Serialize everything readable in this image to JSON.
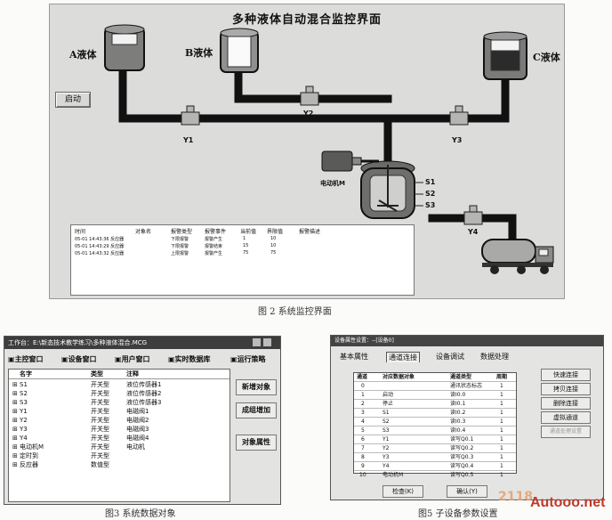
{
  "fig2": {
    "title": "多种液体自动混合监控界面",
    "tanks": {
      "a": "A液体",
      "b": "B液体",
      "c": "C液体"
    },
    "start_button": "启动",
    "valves": {
      "y1": "Y1",
      "y2": "Y2",
      "y3": "Y3",
      "y4": "Y4"
    },
    "motor_label": "电动机M",
    "sensors": {
      "s1": "S1",
      "s2": "S2",
      "s3": "S3"
    },
    "event_log": {
      "headers": [
        "时间",
        "对象名",
        "报警类型",
        "报警事件",
        "当前值",
        "界限值",
        "报警描述"
      ],
      "rows": [
        [
          "05-01 14:43:36 反应器",
          "下限报警",
          "报警产生",
          "1",
          "10"
        ],
        [
          "05-01 14:43:29 反应器",
          "下限报警",
          "报警结束",
          "15",
          "10"
        ],
        [
          "05-01 14:43:32 反应器",
          "上限报警",
          "报警产生",
          "75",
          "75"
        ]
      ]
    },
    "caption": "图 2   系统监控界面"
  },
  "fig3": {
    "titlebar": "工作台：E:\\新态技术教学练习\\多种液体混合.MCG",
    "tabs": [
      "主控窗口",
      "设备窗口",
      "用户窗口",
      "实时数据库",
      "运行策略"
    ],
    "headers": [
      "名字",
      "类型",
      "注释"
    ],
    "rows": [
      [
        "S1",
        "开关型",
        "液位传感器1"
      ],
      [
        "S2",
        "开关型",
        "液位传感器2"
      ],
      [
        "S3",
        "开关型",
        "液位传感器3"
      ],
      [
        "Y1",
        "开关型",
        "电磁阀1"
      ],
      [
        "Y2",
        "开关型",
        "电磁阀2"
      ],
      [
        "Y3",
        "开关型",
        "电磁阀3"
      ],
      [
        "Y4",
        "开关型",
        "电磁阀4"
      ],
      [
        "电动机M",
        "开关型",
        "电动机"
      ],
      [
        "定时到",
        "开关型",
        ""
      ],
      [
        "反应器",
        "数值型",
        ""
      ]
    ],
    "buttons": [
      "新增对象",
      "成组增加",
      "对象属性"
    ],
    "caption": "图3   系统数据对象"
  },
  "fig5": {
    "titlebar": "设备属性设置：--[设备0]",
    "tabs": [
      "基本属性",
      "通道连接",
      "设备调试",
      "数据处理"
    ],
    "headers": [
      "通道",
      "对应数据对象",
      "通道类型",
      "周期"
    ],
    "rows": [
      [
        "0",
        "",
        "通讯状态标志",
        "1"
      ],
      [
        "1",
        "启动",
        "读I0.0",
        "1"
      ],
      [
        "2",
        "停止",
        "读I0.1",
        "1"
      ],
      [
        "3",
        "S1",
        "读I0.2",
        "1"
      ],
      [
        "4",
        "S2",
        "读I0.3",
        "1"
      ],
      [
        "5",
        "S3",
        "读I0.4",
        "1"
      ],
      [
        "6",
        "Y1",
        "读写Q0.1",
        "1"
      ],
      [
        "7",
        "Y2",
        "读写Q0.2",
        "1"
      ],
      [
        "8",
        "Y3",
        "读写Q0.3",
        "1"
      ],
      [
        "9",
        "Y4",
        "读写Q0.4",
        "1"
      ],
      [
        "10",
        "电动机M",
        "读写Q0.5",
        "1"
      ]
    ],
    "buttons": [
      "快速连接",
      "拷贝连接",
      "删除连接",
      "虚拟通道",
      "通道处理设置"
    ],
    "bottom_buttons": [
      "检查(K)",
      "确认(Y)"
    ],
    "caption": "图5   子设备参数设置"
  },
  "watermark": {
    "site": "Autooo.net",
    "num": "2118"
  }
}
